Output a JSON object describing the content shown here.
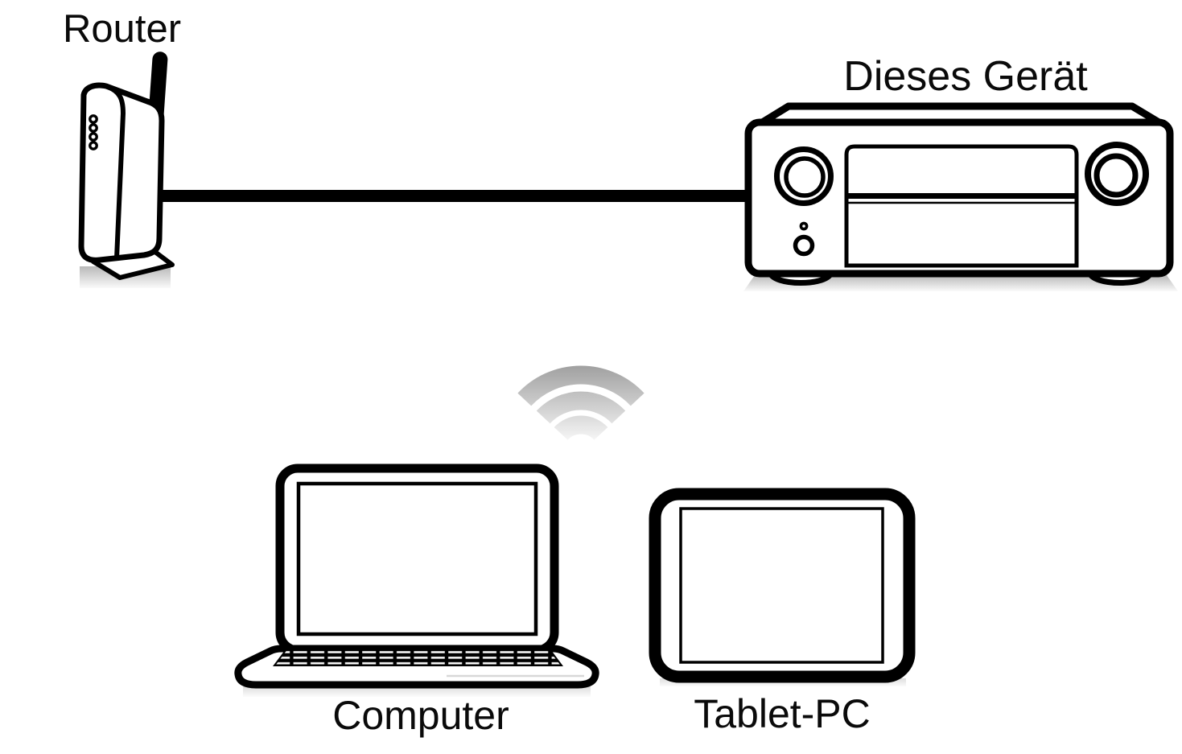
{
  "diagram": {
    "labels": {
      "router": "Router",
      "this_device": "Dieses Gerät",
      "computer": "Computer",
      "tablet": "Tablet-PC"
    },
    "icons": [
      "router-icon",
      "wired-connection-line",
      "av-receiver-icon",
      "wifi-signal-icon",
      "laptop-icon",
      "tablet-icon"
    ],
    "colors": {
      "outline": "#000000",
      "background": "#ffffff",
      "wifi_gradient_top": "#9c9c9c",
      "wifi_gradient_bottom": "#f4f4f4",
      "shadow_dark": "#bfbfbf",
      "shadow_light": "#f8f8f8"
    }
  }
}
